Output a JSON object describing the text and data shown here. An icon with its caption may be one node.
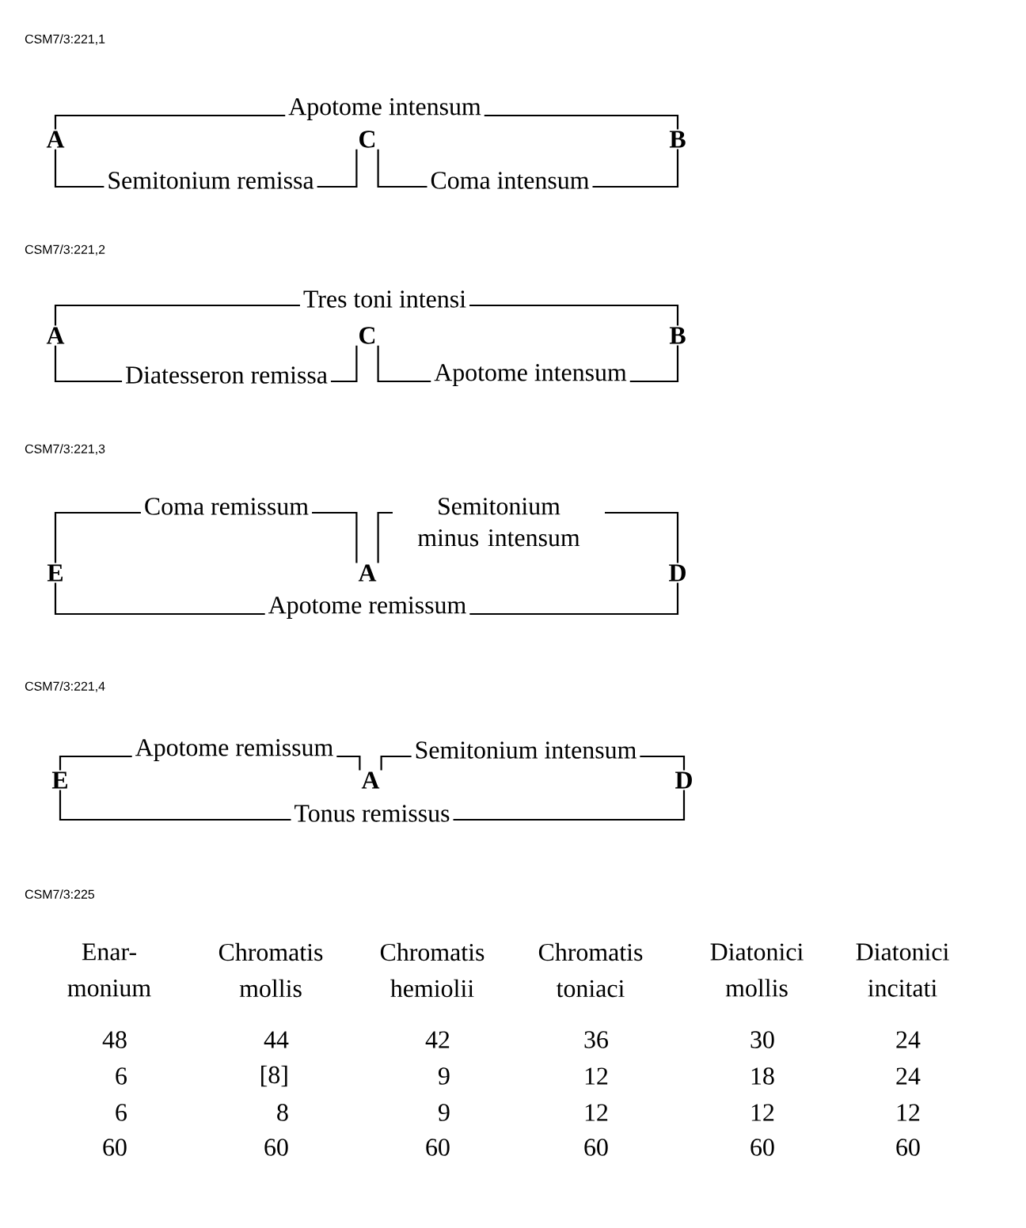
{
  "diagram": {
    "nodes": [
      {
        "text": [
          "A"
        ]
      },
      {
        "text": [
          "C"
        ]
      },
      {
        "text": [
          "B"
        ]
      },
      {
        "text": [
          "A"
        ]
      },
      {
        "text": [
          "C"
        ]
      },
      {
        "text": [
          "B"
        ]
      },
      {
        "text": [
          "E"
        ]
      },
      {
        "text": [
          "A"
        ]
      },
      {
        "text": [
          "D"
        ]
      },
      {
        "text": [
          "E"
        ]
      },
      {
        "text": [
          "A"
        ]
      },
      {
        "text": [
          "D"
        ]
      }
    ],
    "edges": [
      {
        "from": 0,
        "to": 2,
        "arrow": "none",
        "label": "Apotome intensum"
      },
      {
        "from": 0,
        "to": 1,
        "arrow": "none",
        "label": "Semitonium remissa"
      },
      {
        "from": 1,
        "to": 2,
        "arrow": "none",
        "label": "Coma intensum"
      },
      {
        "from": 3,
        "to": 5,
        "arrow": "none",
        "label": "Tres toni intensi"
      },
      {
        "from": 3,
        "to": 4,
        "arrow": "none",
        "label": "Diatesseron remissa"
      },
      {
        "from": 4,
        "to": 5,
        "arrow": "none",
        "label": "Apotome intensum"
      },
      {
        "from": 6,
        "to": 7,
        "arrow": "none",
        "label": "Coma remissum"
      },
      {
        "from": 7,
        "to": 8,
        "arrow": "none",
        "label": "Semitonium minus intensum"
      },
      {
        "from": 6,
        "to": 8,
        "arrow": "none",
        "label": "Apotome remissum"
      },
      {
        "from": 9,
        "to": 10,
        "arrow": "none",
        "label": "Apotome remissum"
      },
      {
        "from": 10,
        "to": 11,
        "arrow": "none",
        "label": "Semitonium intensum"
      },
      {
        "from": 9,
        "to": 11,
        "arrow": "none",
        "label": "Tonus remissus"
      }
    ],
    "labels": [
      "CSM7/3:221,1",
      "CSM7/3:221,2",
      "CSM7/3:221,3",
      "CSM7/3:221,4",
      "CSM7/3:225",
      "Enar- monium",
      "Chromatis mollis",
      "Chromatis hemiolii",
      "Chromatis toniaci",
      "Diatonici mollis",
      "Diatonici incitati",
      "48",
      "44",
      "42",
      "36",
      "30",
      "24",
      "6",
      "[8]",
      "9",
      "12",
      "18",
      "24",
      "6",
      "8",
      "9",
      "12",
      "12",
      "12",
      "60",
      "60",
      "60",
      "60",
      "60",
      "60"
    ]
  }
}
